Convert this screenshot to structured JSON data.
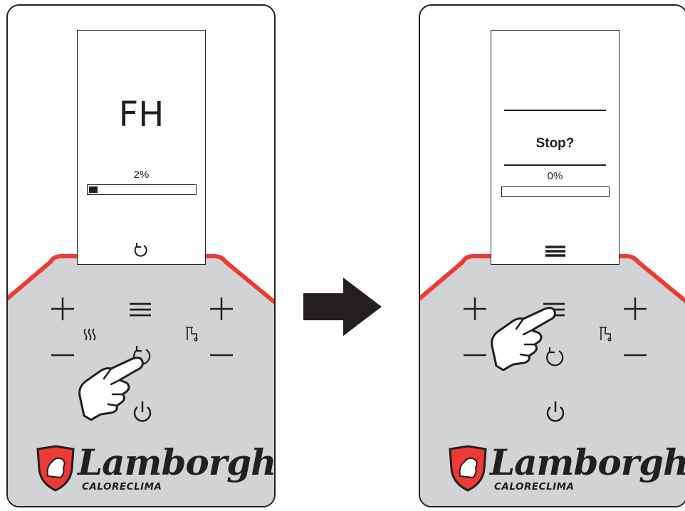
{
  "panels": [
    {
      "display": {
        "mode": "FH",
        "percent": "2%",
        "progress_fraction": 0.08
      },
      "brand": {
        "name": "Lamborghini",
        "sub": "CALORECLIMA"
      }
    },
    {
      "display": {
        "prompt": "Stop?",
        "percent": "0%",
        "progress_fraction": 0
      },
      "brand": {
        "name": "Lamborghini",
        "sub": "CALORECLIMA"
      }
    }
  ],
  "colors": {
    "accent_red": "#ee3a35",
    "keypad_gray": "#d2d3d5",
    "outline": "#231f20"
  },
  "icons": [
    "plus-icon",
    "minus-icon",
    "menu-icon",
    "radiator-heat-icon",
    "tap-water-icon",
    "reset-icon",
    "power-icon",
    "hand-pointer-icon",
    "bull-shield-logo",
    "arrow-right-icon"
  ]
}
